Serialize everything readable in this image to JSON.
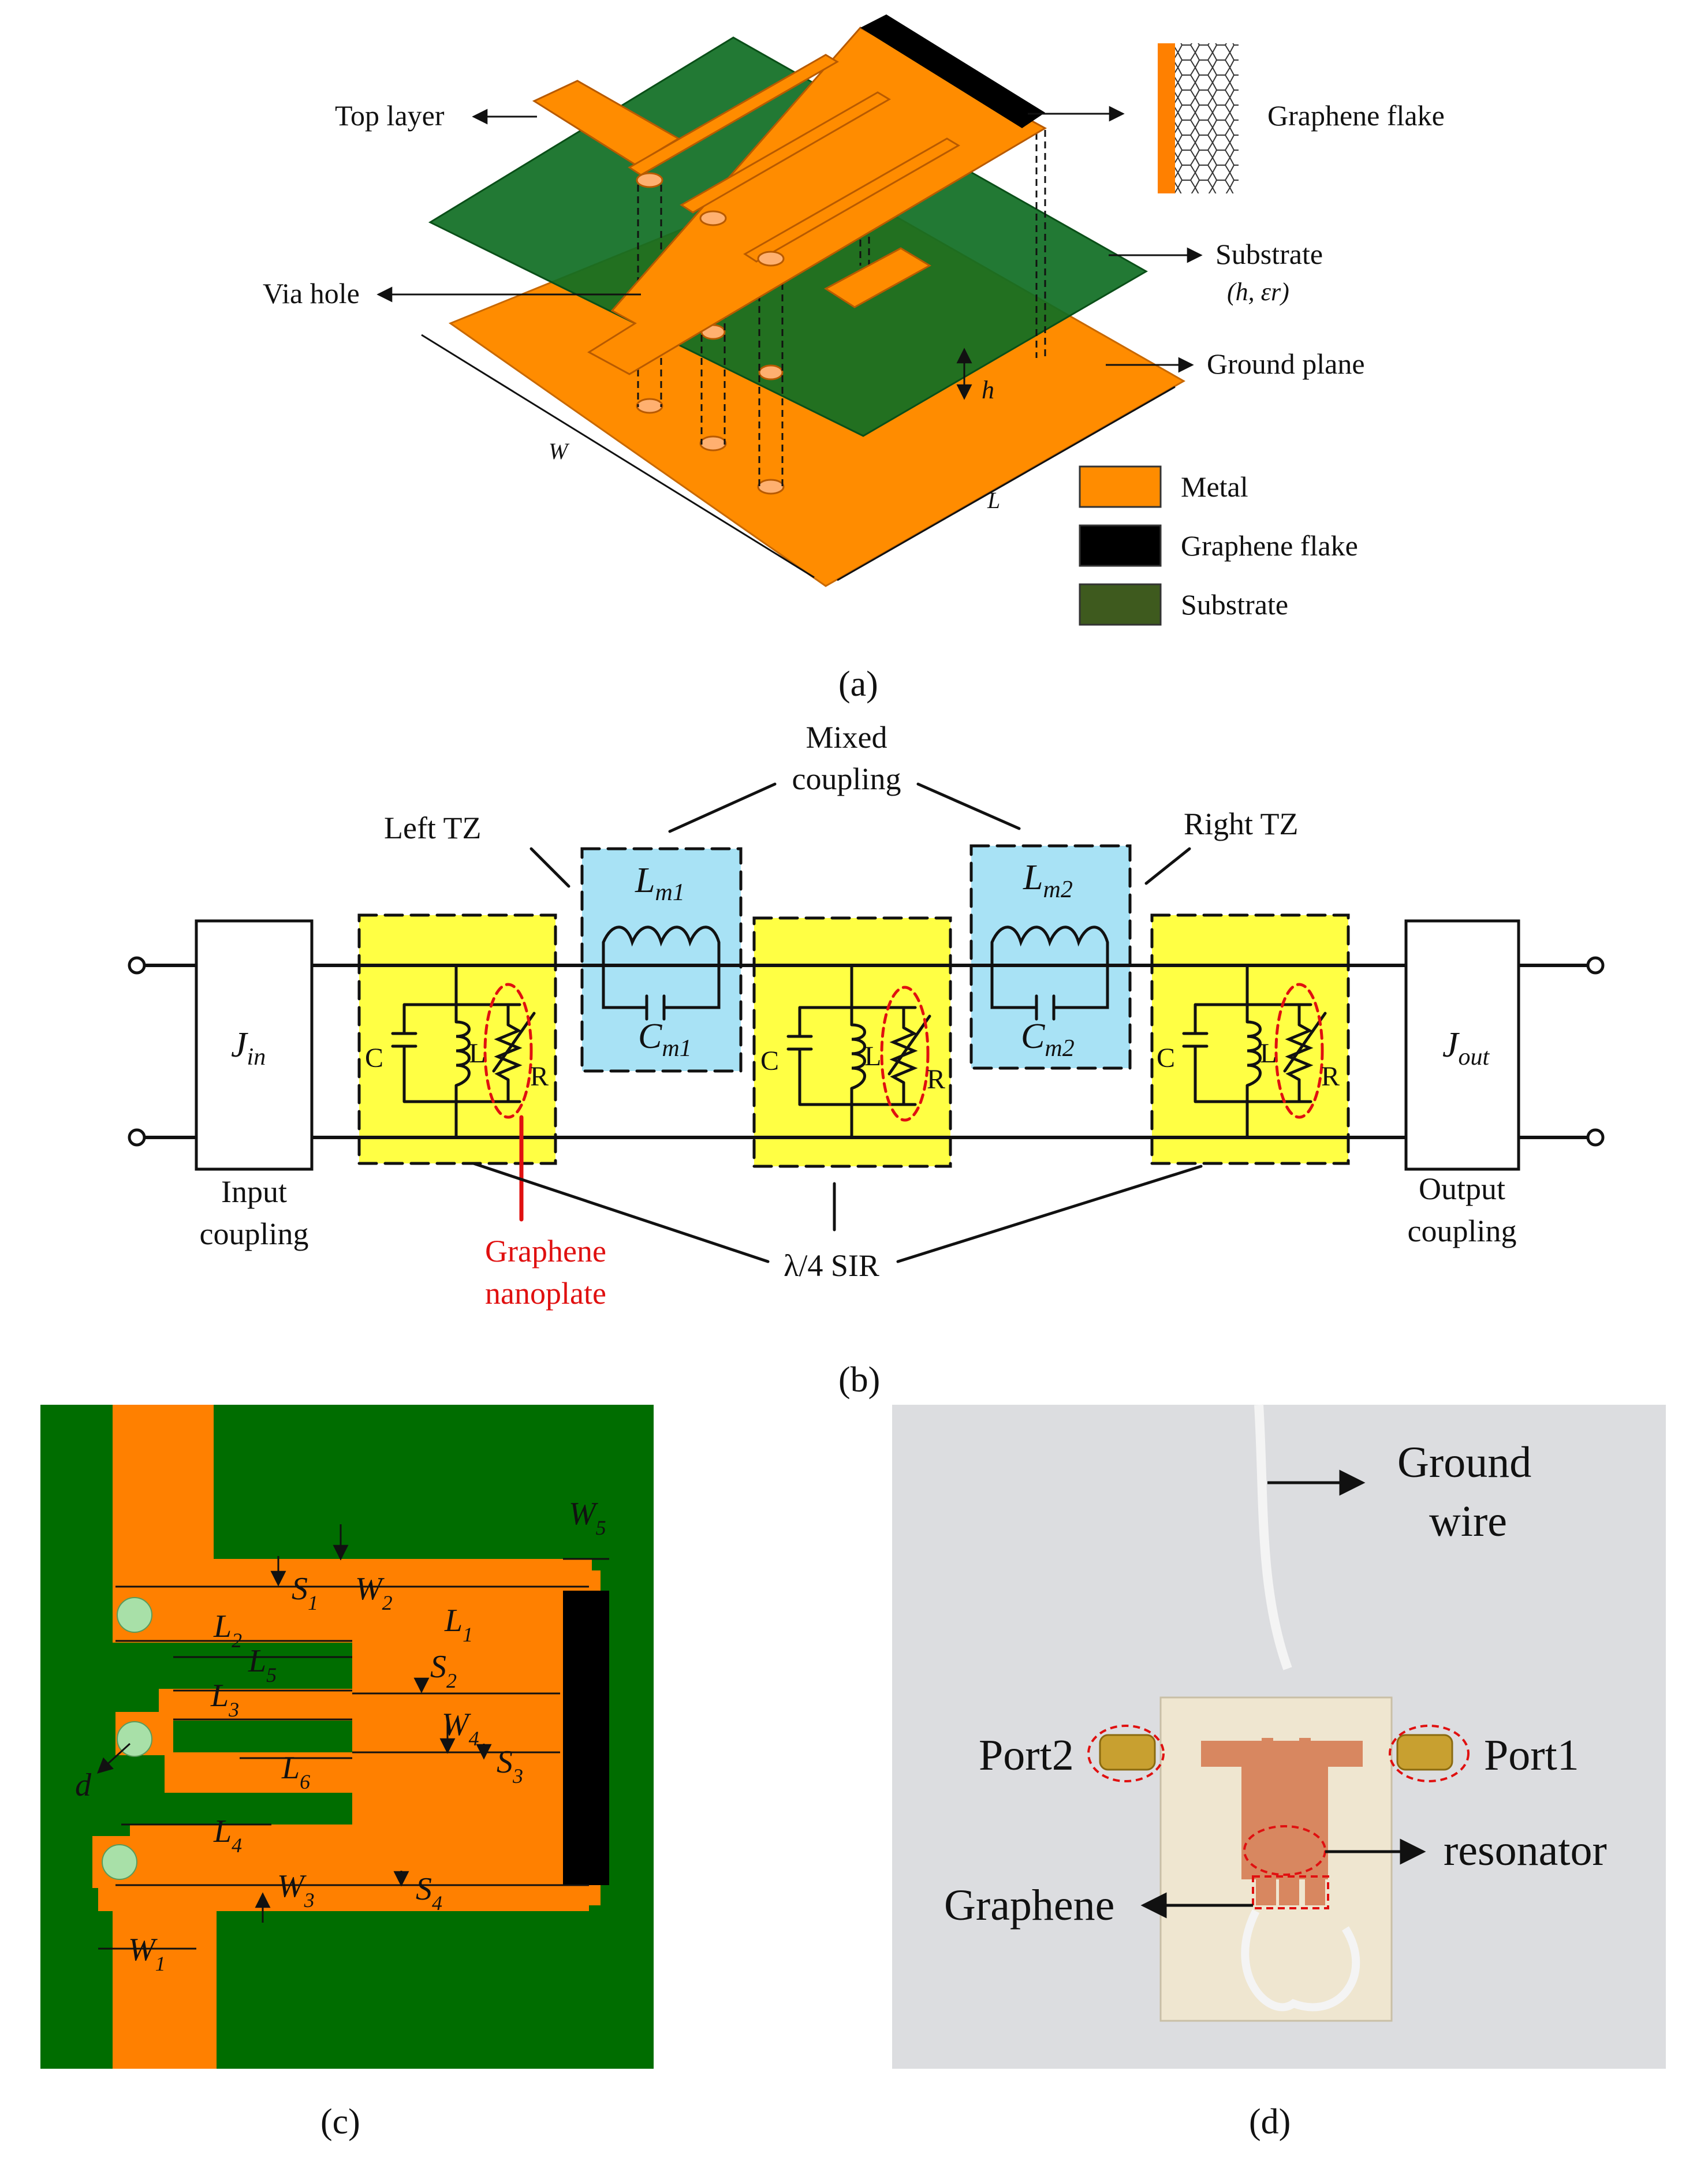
{
  "panel_a": {
    "caption": "(a)",
    "labels": {
      "top_layer": "Top layer",
      "via_hole": "Via hole",
      "graphene_flake": "Graphene flake",
      "substrate": "Substrate",
      "substrate_params": "(h, εr)",
      "ground_plane": "Ground plane",
      "h": "h",
      "W": "W",
      "L": "L"
    },
    "legend": [
      {
        "label": "Metal",
        "color": "#ff8c00"
      },
      {
        "label": "Graphene flake",
        "color": "#000000"
      },
      {
        "label": "Substrate",
        "color": "#3e5a1e"
      }
    ]
  },
  "panel_b": {
    "caption": "(b)",
    "mixed_coupling_1": "Mixed",
    "mixed_coupling_2": "coupling",
    "left_tz": "Left TZ",
    "right_tz": "Right TZ",
    "lm1_main": "L",
    "lm1_sub": "m1",
    "cm1_main": "C",
    "cm1_sub": "m1",
    "lm2_main": "L",
    "lm2_sub": "m2",
    "cm2_main": "C",
    "cm2_sub": "m2",
    "jin_main": "J",
    "jin_sub": "in",
    "jout_main": "J",
    "jout_sub": "out",
    "c": "C",
    "l": "L",
    "r": "R",
    "input_coupling_1": "Input",
    "input_coupling_2": "coupling",
    "output_coupling_1": "Output",
    "output_coupling_2": "coupling",
    "graphene_1": "Graphene",
    "graphene_2": "nanoplate",
    "sir": "λ/4 SIR",
    "colors": {
      "resonator": "#ffff44",
      "coupling": "#a8e2f5",
      "graphene": "#e01010"
    }
  },
  "panel_c": {
    "caption": "(c)",
    "colors": {
      "board": "#006d00",
      "metal": "#ff8000",
      "graphene": "#000000",
      "via": "#a8e0a8"
    },
    "dims": {
      "W5": {
        "m": "W",
        "s": "5"
      },
      "S1": {
        "m": "S",
        "s": "1"
      },
      "W2": {
        "m": "W",
        "s": "2"
      },
      "L2": {
        "m": "L",
        "s": "2"
      },
      "L1": {
        "m": "L",
        "s": "1"
      },
      "L5": {
        "m": "L",
        "s": "5"
      },
      "S2": {
        "m": "S",
        "s": "2"
      },
      "L3": {
        "m": "L",
        "s": "3"
      },
      "W4": {
        "m": "W",
        "s": "4"
      },
      "S3": {
        "m": "S",
        "s": "3"
      },
      "L6": {
        "m": "L",
        "s": "6"
      },
      "d": {
        "m": "d",
        "s": ""
      },
      "L4": {
        "m": "L",
        "s": "4"
      },
      "W3": {
        "m": "W",
        "s": "3"
      },
      "S4": {
        "m": "S",
        "s": "4"
      },
      "W1": {
        "m": "W",
        "s": "1"
      }
    }
  },
  "panel_d": {
    "caption": "(d)",
    "ground_wire_1": "Ground",
    "ground_wire_2": "wire",
    "port1": "Port1",
    "port2": "Port2",
    "resonator": "resonator",
    "graphene": "Graphene"
  }
}
